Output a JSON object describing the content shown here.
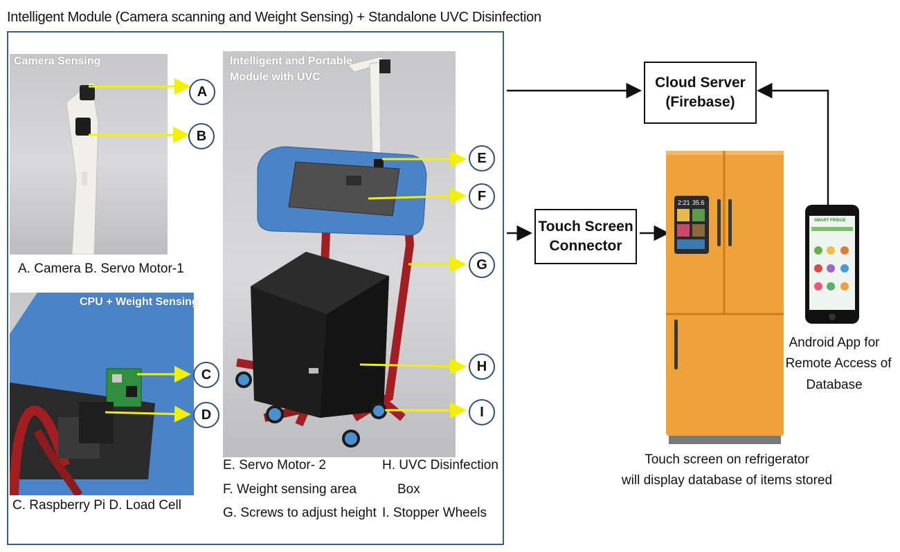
{
  "title": "Intelligent Module (Camera scanning and Weight Sensing) + Standalone UVC Disinfection",
  "panels": {
    "camera": {
      "label": "Camera Sensing",
      "caption": "A. Camera   B. Servo Motor-1"
    },
    "cpu": {
      "label": "CPU + Weight Sensing",
      "caption": "C. Raspberry Pi  D. Load Cell"
    },
    "module": {
      "label_line1": "Intelligent and Portable",
      "label_line2": "Module with UVC",
      "legend_left": [
        "E. Servo Motor- 2",
        "F. Weight sensing area",
        "G. Screws to adjust height"
      ],
      "legend_right": [
        "H. UVC Disinfection",
        "Box",
        "I. Stopper Wheels"
      ]
    }
  },
  "markers": [
    "A",
    "B",
    "C",
    "D",
    "E",
    "F",
    "G",
    "H",
    "I"
  ],
  "cloud_server": {
    "line1": "Cloud Server",
    "line2": "(Firebase)"
  },
  "touch_connector": {
    "line1": "Touch Screen",
    "line2": "Connector"
  },
  "fridge": {
    "screen_time_1": "2:21",
    "screen_time_2": "35.6",
    "description_line1": "Touch screen on refrigerator",
    "description_line2": "will display  database of items stored"
  },
  "phone": {
    "app_name": "SMART FRIDGE",
    "description_line1": "Android App for",
    "description_line2": "Remote Access of",
    "description_line3": "Database"
  },
  "colors": {
    "frame": "#3b5d8c",
    "pointer_arrow": "#f2f200",
    "marker_border": "#2f4e7a",
    "fridge_body": "#f0a23a",
    "tray_blue": "#4a84c8",
    "frame_red": "#a21e22"
  }
}
